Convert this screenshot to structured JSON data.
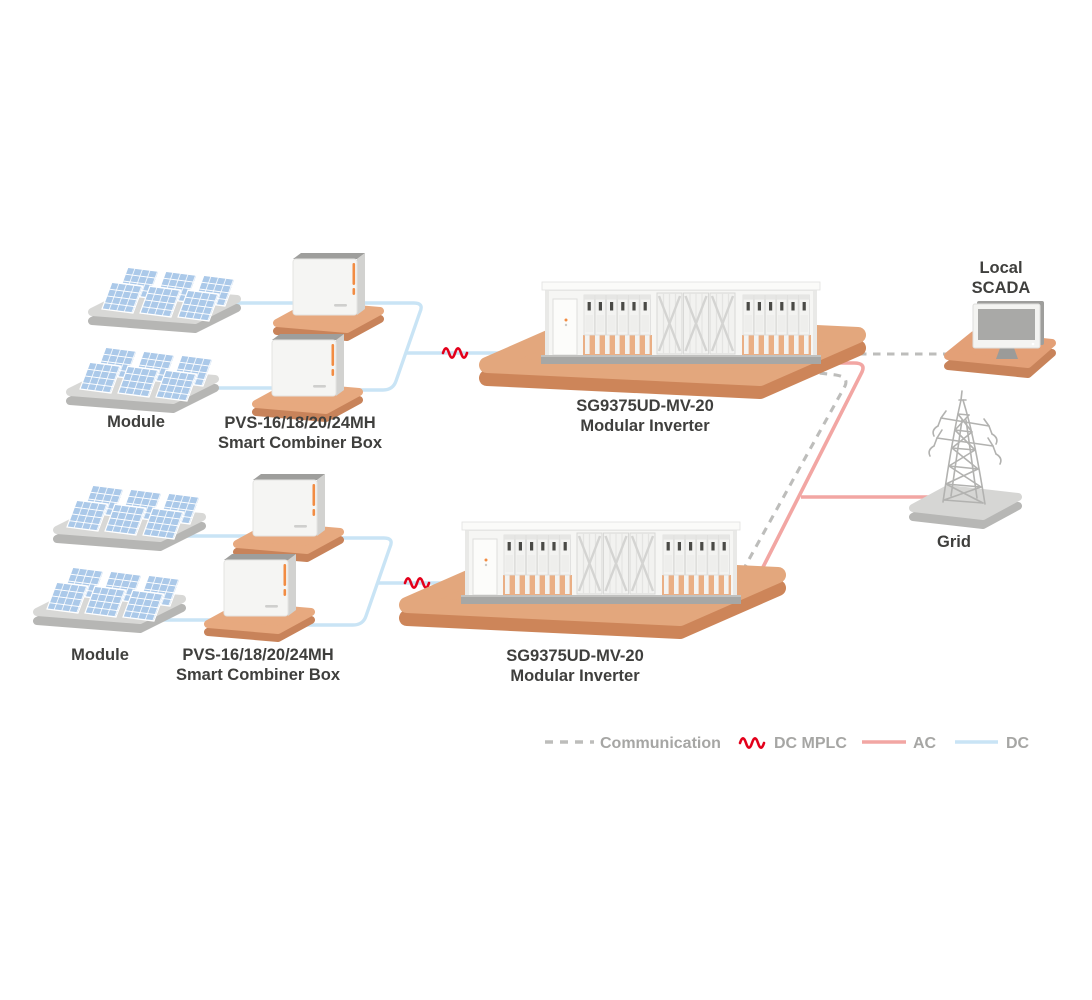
{
  "nodes": {
    "module_top": {
      "label": "Module"
    },
    "combiner_top": {
      "line1": "PVS-16/18/20/24MH",
      "line2": "Smart Combiner Box"
    },
    "inverter_top": {
      "line1": "SG9375UD-MV-20",
      "line2": "Modular Inverter"
    },
    "module_bottom": {
      "label": "Module"
    },
    "combiner_bottom": {
      "line1": "PVS-16/18/20/24MH",
      "line2": "Smart Combiner Box"
    },
    "inverter_bottom": {
      "line1": "SG9375UD-MV-20",
      "line2": "Modular Inverter"
    },
    "scada": {
      "line1": "Local",
      "line2": "SCADA"
    },
    "grid": {
      "label": "Grid"
    }
  },
  "legend": {
    "items": [
      {
        "name": "communication",
        "label": "Communication",
        "style": "dashed-line",
        "color": "#bdbdbb"
      },
      {
        "name": "dc-mplc",
        "label": "DC MPLC",
        "style": "squiggle",
        "color": "#e3001b"
      },
      {
        "name": "ac",
        "label": "AC",
        "style": "solid-line",
        "color": "#f2a6a3"
      },
      {
        "name": "dc",
        "label": "DC",
        "style": "solid-line",
        "color": "#c9e4f5"
      }
    ]
  },
  "colors": {
    "communication_line": "#bdbdbb",
    "dc_mplc_squiggle": "#e3001b",
    "ac_line": "#f2a6a3",
    "dc_line": "#c9e4f5",
    "platform_orange": "#e6a87e",
    "platform_gray": "#d8d8d6",
    "label_text": "#3f3f3d",
    "legend_text": "#a6a6a4"
  }
}
